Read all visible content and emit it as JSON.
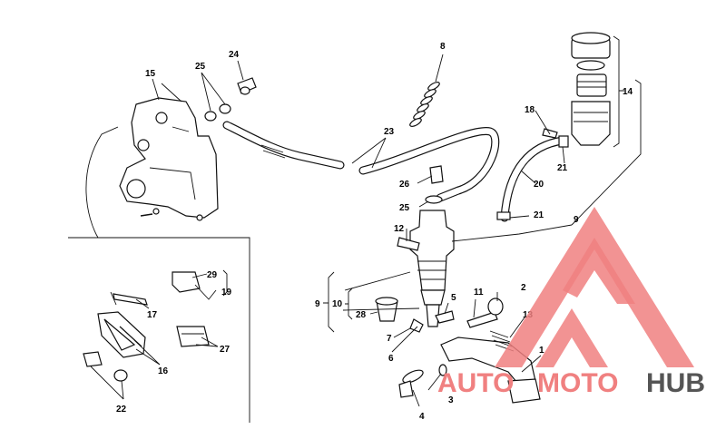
{
  "diagram": {
    "callouts": [
      "1",
      "2",
      "3",
      "4",
      "5",
      "6",
      "7",
      "8",
      "9",
      "10",
      "11",
      "12",
      "13",
      "14",
      "15",
      "16",
      "17",
      "18",
      "19",
      "20",
      "21",
      "22",
      "23",
      "24",
      "25",
      "26",
      "27",
      "28",
      "29"
    ],
    "second_labels": {
      "l9": "9",
      "l21": "21",
      "l25": "25"
    }
  },
  "watermark": {
    "brand_left": "AUTO",
    "brand_mid": "MOTO",
    "brand_right": "HUB",
    "colors": {
      "red": "#f08080",
      "dark": "#555555"
    }
  }
}
